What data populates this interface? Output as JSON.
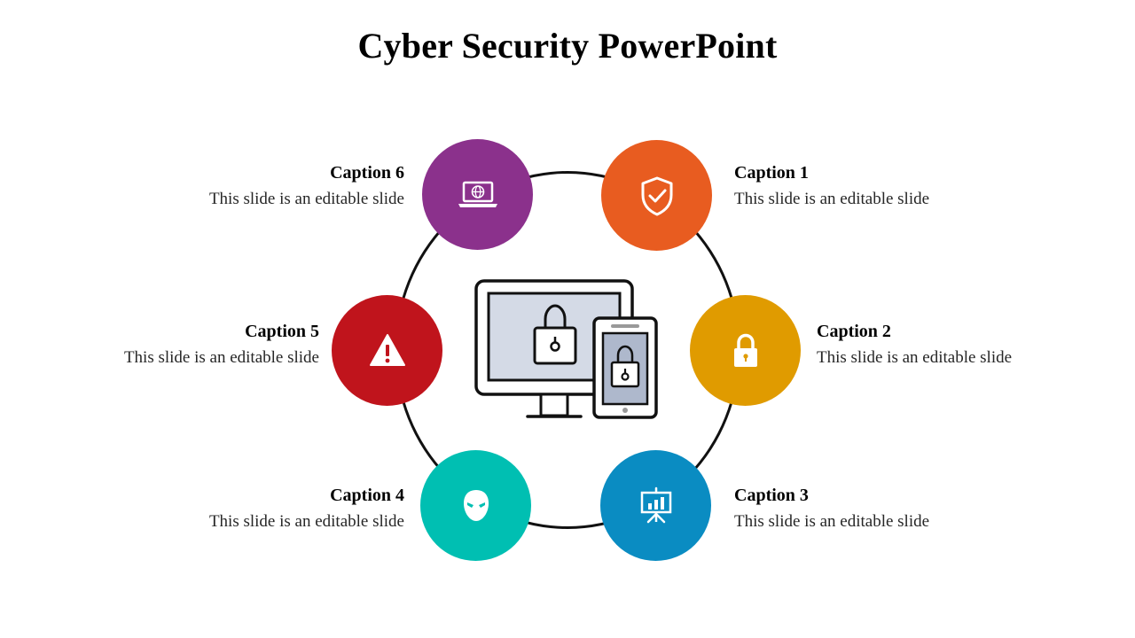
{
  "title": "Cyber Security PowerPoint",
  "nodes": [
    {
      "id": "caption-1",
      "title": "Caption 1",
      "desc": "This slide is an editable slide",
      "color": "#E85C20",
      "icon": "shield-check-icon"
    },
    {
      "id": "caption-2",
      "title": "Caption 2",
      "desc": "This slide is an editable slide",
      "color": "#E09B00",
      "icon": "padlock-icon"
    },
    {
      "id": "caption-3",
      "title": "Caption 3",
      "desc": "This slide is an editable slide",
      "color": "#0A8CC2",
      "icon": "presentation-chart-icon"
    },
    {
      "id": "caption-4",
      "title": "Caption 4",
      "desc": "This slide is an editable slide",
      "color": "#00BFB2",
      "icon": "hacker-mask-icon"
    },
    {
      "id": "caption-5",
      "title": "Caption 5",
      "desc": "This slide is an editable slide",
      "color": "#C0141C",
      "icon": "warning-triangle-icon"
    },
    {
      "id": "caption-6",
      "title": "Caption 6",
      "desc": "This slide is an editable slide",
      "color": "#8B318C",
      "icon": "laptop-globe-icon"
    }
  ],
  "center_icon": "secured-devices-icon"
}
